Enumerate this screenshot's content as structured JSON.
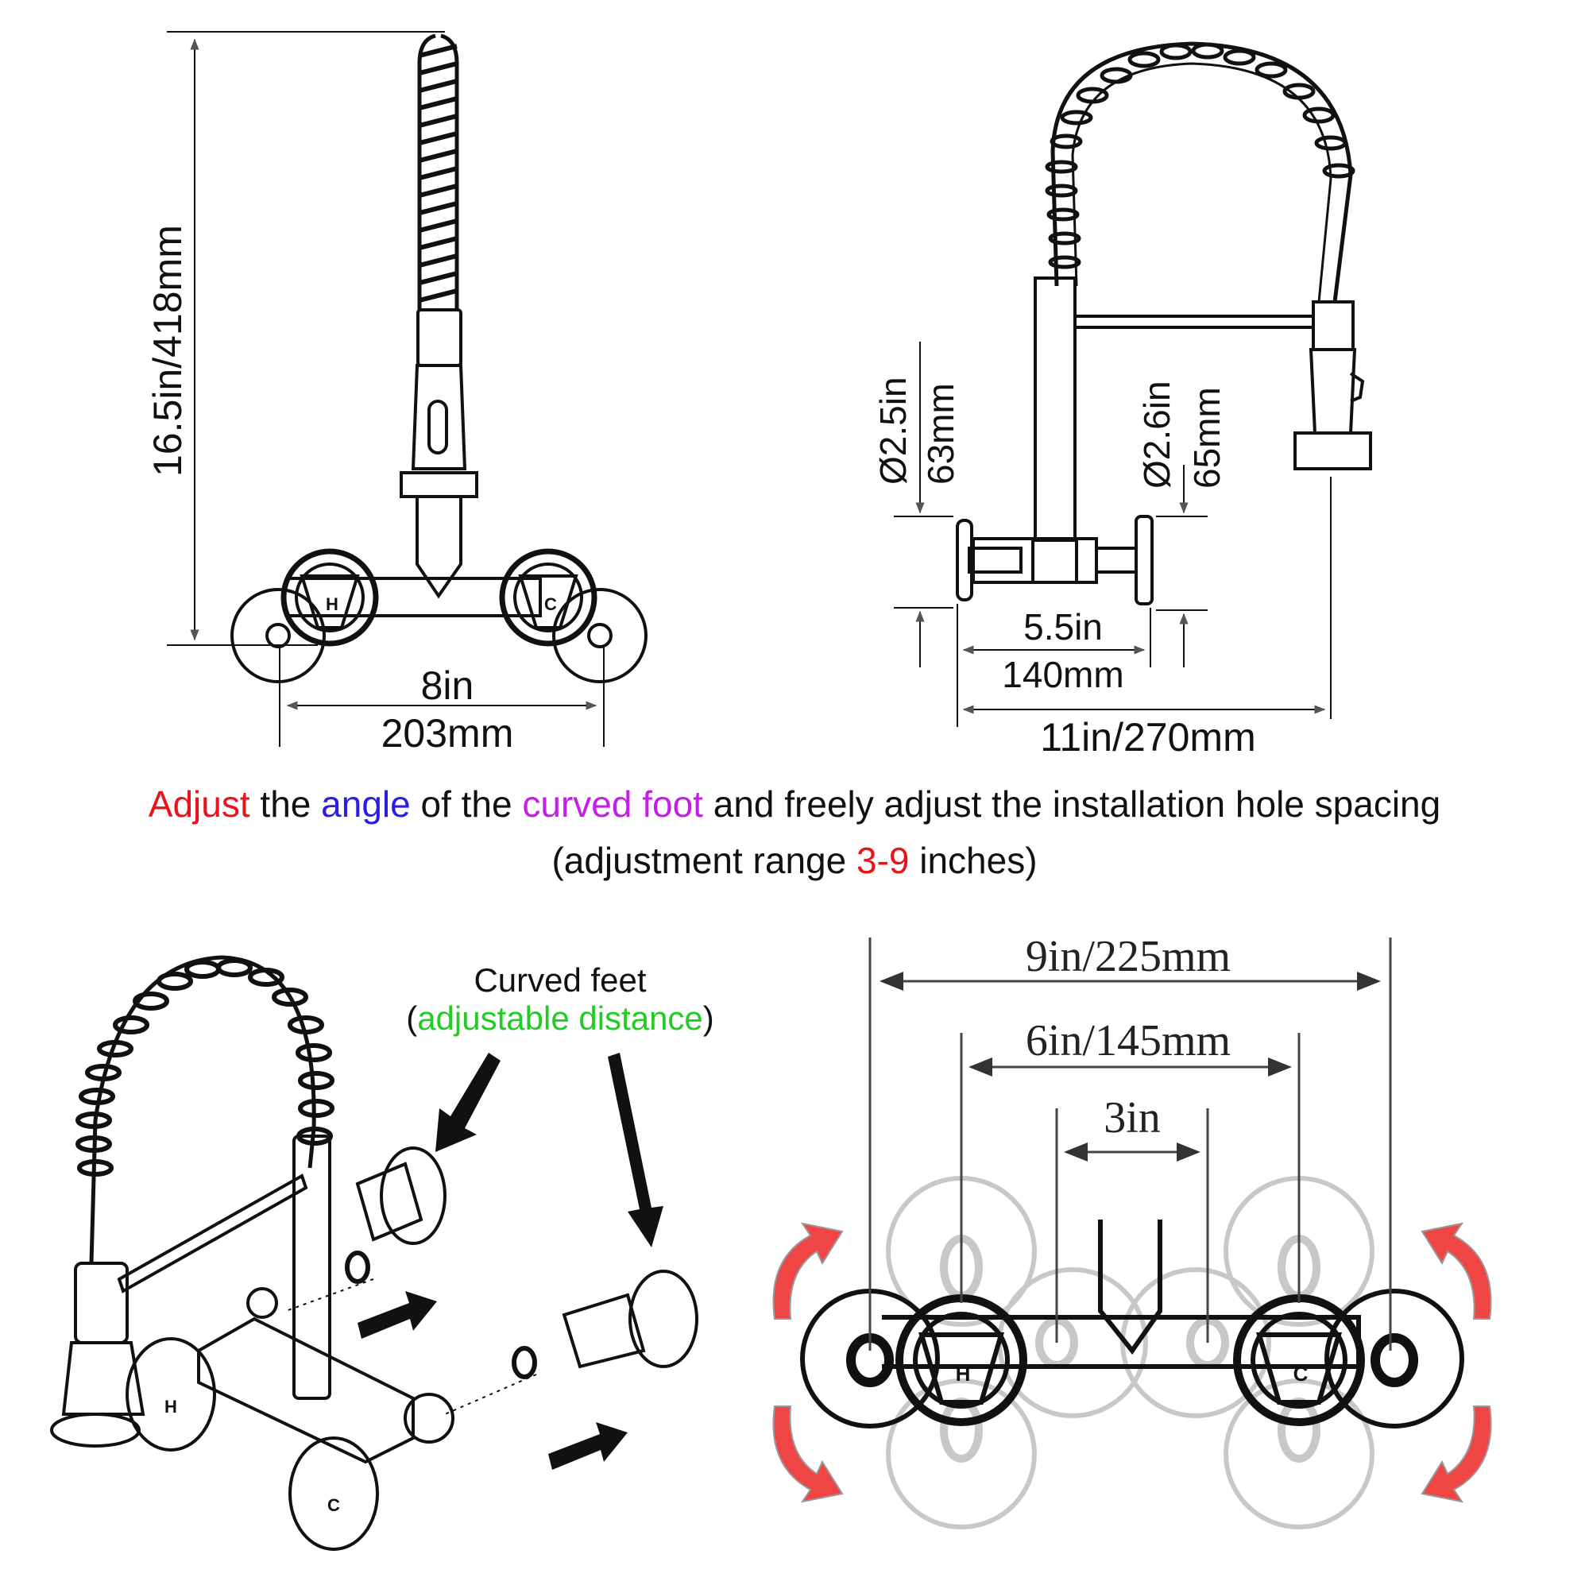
{
  "dimensions": {
    "front_height": "16.5in/418mm",
    "front_spacing_in": "8in",
    "front_spacing_mm": "203mm",
    "side_d1_in": "Ø2.5in",
    "side_d1_mm": "63mm",
    "side_d2_in": "Ø2.6in",
    "side_d2_mm": "65mm",
    "side_depth_in": "5.5in",
    "side_depth_mm": "140mm",
    "side_reach": "11in/270mm"
  },
  "caption": {
    "line1": [
      {
        "text": "Adjust",
        "color": "#e8141b"
      },
      {
        "text": " the ",
        "color": "#111111"
      },
      {
        "text": "angle",
        "color": "#2a1ee0"
      },
      {
        "text": " of the ",
        "color": "#111111"
      },
      {
        "text": "curved foot",
        "color": "#c61ee8"
      },
      {
        "text": " and freely adjust the installation hole spacing",
        "color": "#111111"
      }
    ],
    "line2": [
      {
        "text": "(adjustment range ",
        "color": "#111111"
      },
      {
        "text": "3-9",
        "color": "#e8141b"
      },
      {
        "text": " inches)",
        "color": "#111111"
      }
    ]
  },
  "exploded": {
    "title": "Curved feet",
    "paren_open": "(",
    "paren_text": "adjustable distance",
    "paren_close": ")",
    "paren_color": "#22cc22",
    "handle_hot": "H",
    "handle_cold": "C"
  },
  "spacing": {
    "max": "9in/225mm",
    "mid": "6in/145mm",
    "min": "3in",
    "handle_hot": "H",
    "handle_cold": "C",
    "arrow_color": "#f04545"
  }
}
